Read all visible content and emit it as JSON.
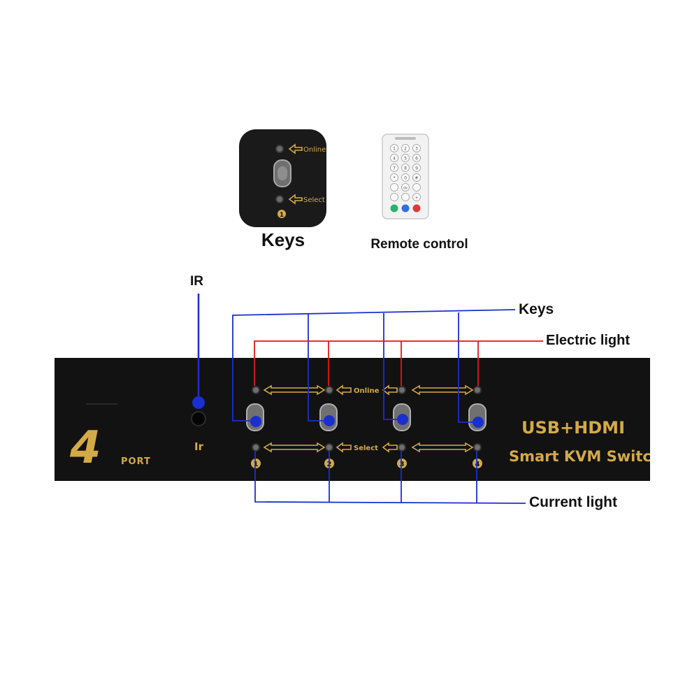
{
  "captions": {
    "keys": "Keys",
    "remote_control": "Remote control"
  },
  "callouts": {
    "ir": "IR",
    "keys": "Keys",
    "electric_light": "Electric light",
    "current_light": "Current light"
  },
  "thumbnail_keys": {
    "online": "Online",
    "select": "Select",
    "port_number": "1"
  },
  "device": {
    "port_count": "4",
    "port_word": "PORT",
    "ir_label": "Ir",
    "online_label": "Online",
    "select_label": "Select",
    "title_line1": "USB+HDMI",
    "title_line2": "Smart  KVM  Switch",
    "port_numbers": [
      "1",
      "2",
      "3",
      "4"
    ]
  },
  "remote": {
    "keys": [
      "1",
      "2",
      "3",
      "4",
      "5",
      "6",
      "7",
      "8",
      "9",
      "*",
      "0",
      "#",
      "",
      "OK",
      "",
      "",
      "",
      "+"
    ],
    "colored_keys": [
      "#2bb36b",
      "#2f6fe0",
      "#e03a3a"
    ]
  },
  "colors": {
    "blue_callout": "#1a2fd0",
    "red_callout": "#e01818",
    "gold": "#d4aa48",
    "panel": "#121212"
  }
}
